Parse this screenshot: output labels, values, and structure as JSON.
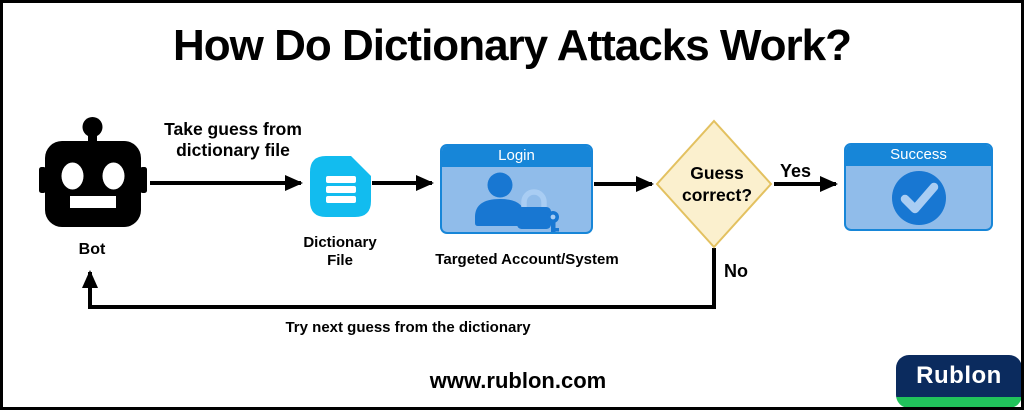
{
  "title": "How Do Dictionary Attacks Work?",
  "colors": {
    "background": "#ffffff",
    "border": "#000000",
    "arrow": "#000000",
    "cyan": "#12BCEF",
    "box_header_blue": "#1786D8",
    "box_body_blue": "#90BCEA",
    "icon_blue": "#1877D2",
    "check_light_blue": "#A9CDF3",
    "diamond_fill": "#FBF0CE",
    "diamond_border": "#E3C160",
    "logo_navy": "#0B2B5E",
    "logo_green": "#21C35B"
  },
  "flow": {
    "bot": {
      "label": "Bot"
    },
    "take_guess": {
      "line1": "Take guess from",
      "line2": "dictionary file"
    },
    "dictionary": {
      "line1": "Dictionary",
      "line2": "File"
    },
    "login": {
      "header": "Login",
      "caption": "Targeted Account/System"
    },
    "decision": {
      "line1": "Guess",
      "line2": "correct?",
      "yes": "Yes",
      "no": "No"
    },
    "success": {
      "header": "Success"
    },
    "loop_label": "Try next guess from the dictionary"
  },
  "footer": {
    "website": "www.rublon.com",
    "logo_text": "Rublon"
  },
  "icons": {
    "bot": "robot-head-icon",
    "dictionary": "document-file-icon",
    "login": "user-with-lock-icon",
    "success": "checkmark-circle-icon"
  }
}
